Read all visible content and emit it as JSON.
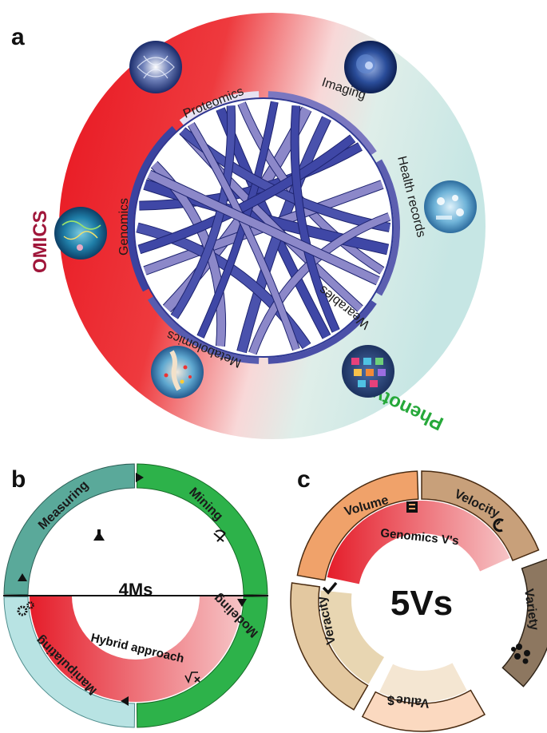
{
  "panel_a": {
    "letter": "a",
    "omics_label": "OMICS",
    "phenotypes_label": "Phenotypes",
    "segments": [
      "Proteomics",
      "Imaging",
      "Health records",
      "Wearables",
      "Metabolomics",
      "Genomics"
    ],
    "colors": {
      "omics": "#e8262e",
      "phenotypes": "#cfe8e6",
      "ribbon_dark": "#3f47a6",
      "ribbon_light": "#8c88c9"
    }
  },
  "panel_b": {
    "letter": "b",
    "center": "4Ms",
    "inner_band": "Hybrid approach",
    "segments": [
      "Measuring",
      "Mining",
      "Modeling",
      "Manipulating"
    ],
    "colors": {
      "measuring": "#5aa99a",
      "mining": "#2db24a",
      "modeling": "#2db24a",
      "manipulating": "#b8e3e3"
    }
  },
  "panel_c": {
    "letter": "c",
    "center": "5Vs",
    "inner_band": "Genomics V's",
    "segments": [
      "Volume",
      "Velocity",
      "Variety",
      "Value",
      "Veracity"
    ],
    "colors": {
      "volume": "#f0a26a",
      "velocity": "#c8a07a",
      "variety": "#8d7760",
      "value": "#fbd9c0",
      "veracity": "#e3c8a0"
    }
  }
}
